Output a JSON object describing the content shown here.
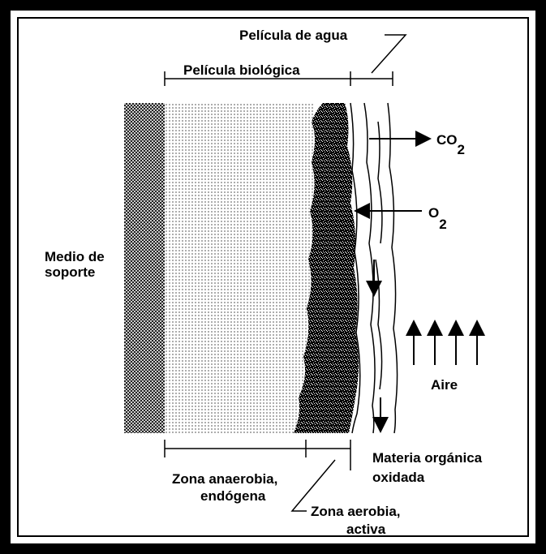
{
  "labels": {
    "water_film": "Película de agua",
    "biofilm": "Película biológica",
    "co2": "CO",
    "co2_sub": "2",
    "o2": "O",
    "o2_sub": "2",
    "support_line1": "Medio de",
    "support_line2": "soporte",
    "air": "Aire",
    "oxidized_line1": "Materia orgánica",
    "oxidized_line2": "oxidada",
    "anaerobic_line1": "Zona anaerobia,",
    "anaerobic_line2": "endógena",
    "aerobic_line1": "Zona aerobia,",
    "aerobic_line2": "activa"
  },
  "colors": {
    "ink": "#000000",
    "paper": "#ffffff"
  }
}
